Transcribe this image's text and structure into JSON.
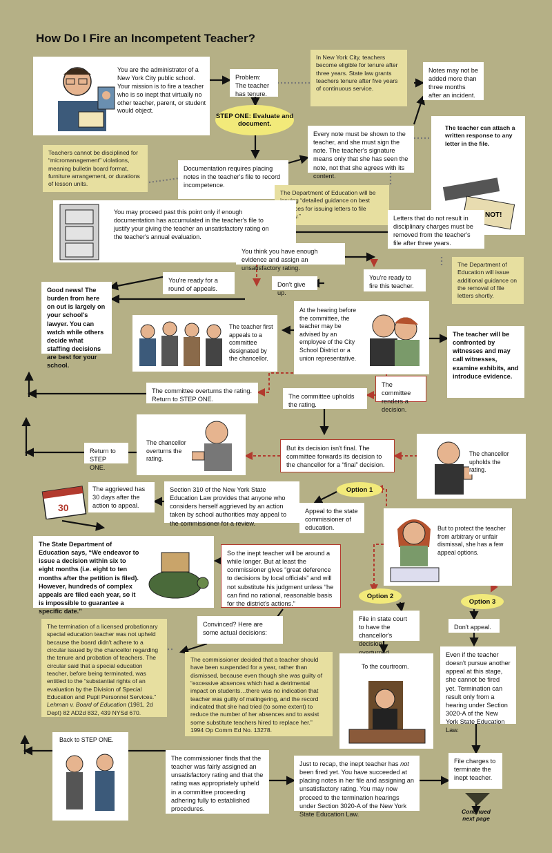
{
  "title": "How Do I Fire an Incompetent Teacher?",
  "nodes": {
    "intro": "You are the administrator of a New York City public school. Your mission is to fire a teacher who is so inept that virtually no other teacher, parent, or student would object.",
    "problem": "Problem: The teacher has tenure.",
    "tenure_note": "In New York City, teachers become eligible for tenure after three years. State law grants teachers tenure after five years of continuous service.",
    "notes_limit": "Notes may not be added more than three months after an incident.",
    "step_one": "STEP ONE: Evaluate and document.",
    "every_note": "Every note must be shown to the teacher, and she must sign the note. The teacher's signature means only that she has seen the note, not that she agrees with its content.",
    "attach": "The teacher can attach a written response to any letter in the file.",
    "micro": "Teachers cannot be disciplined for “micromanagement” violations, meaning bulletin board format, furniture arrangement, or durations of lesson units.",
    "documentation": "Documentation requires placing notes in the teacher's file to record incompetence.",
    "doe_guidance": "The Department of Education will be issuing “detailed guidance on best practices for issuing letters to file shortly.”",
    "proceed": "You may proceed past this point only if enough documentation has accumulated in the teacher's file to justify your giving the teacher an unsatisfactory rating on the teacher's annual evaluation.",
    "letters": "Letters that do not result in disciplinary charges must be removed from the teacher's file after three years.",
    "enough": "You think you have enough evidence and assign an unsatisfactory rating.",
    "doe_removal": "The Department of Education will issue additional guidance on the removal of file letters shortly.",
    "appeals": "You're ready for a round of appeals.",
    "fire": "You're ready to fire this teacher.",
    "dont_give_up": "Don't give up.",
    "good_news": "Good news! The burden from here on out is largely on your school's lawyer. You can watch while others decide what staffing decisions are best for your school.",
    "hearing": "At the hearing before the committee, the teacher may be advised by an employee of the City School District or a union representative.",
    "first_appeal": "The teacher first appeals to a committee designated by the chancellor.",
    "confronted": "The teacher will be confronted by witnesses and may call witnesses, examine exhibits, and introduce evidence.",
    "overturns": "The committee overturns the rating. Return to STEP ONE.",
    "renders": "The committee renders a decision.",
    "upholds": "The committee upholds the rating.",
    "return1": "Return to STEP ONE.",
    "chancellor_overturns": "The chancellor overturns the rating.",
    "not_final": "But its decision isn't final. The committee forwards its decision to the chancellor for a “final” decision.",
    "chancellor_upholds": "The chancellor upholds the rating.",
    "aggrieved": "The aggrieved has 30 days after the action to appeal.",
    "section310": "Section 310 of the New York State Education Law provides that anyone who considers herself aggrieved by an action taken by school authorities may appeal to the commissioner for a review.",
    "option1": "Option 1",
    "appeal_state": "Appeal to the state commissioner of education.",
    "protect": "But to protect the teacher from arbitrary or unfair dismissal, she has a few appeal options.",
    "state_dept": "The State Department of Education says, “We endeavor to issue a decision within six to eight months (i.e. eight to ten months after the petition is filed). However, hundreds of complex appeals are filed each year, so it is impossible to guarantee a specific date.”",
    "while": "So the inept teacher will be around a while longer. But at least the commissioner gives “great deference to decisions by local officials” and will not substitute his judgment unless “he can find no rational, reasonable basis for the district's actions.”",
    "option2": "Option 2",
    "option3": "Option 3",
    "probationary": "The termination of a licensed probationary special education teacher was not upheld because the board didn't adhere to a circular issued by the chancellor regarding the tenure and probation of teachers. The circular said that a special education teacher, before being terminated, was entitled to the “substantial rights of an evaluation by the Division of Special Education and Pupil Personnel Services.”",
    "probationary_cite": "Lehman v. Board of Education",
    "probationary_cite2": "(1981, 2d Dept) 82 AD2d 832, 439 NYSd 670.",
    "convinced": "Convinced? Here are some actual decisions:",
    "state_court": "File in state court to have the chancellor's decision overturned.",
    "dont_appeal": "Don't appeal.",
    "courtroom": "To the courtroom.",
    "even_if": "Even if the teacher doesn't pursue another appeal at this stage, she cannot be fired yet. Termination can result only from a hearing under Section 3020-A of the New York State Education Law.",
    "suspended": "The commissioner decided that a teacher should have been suspended for a year, rather than dismissed, because even though she was guilty of “excessive absences which had a detrimental impact on students…there was no indication that teacher was guilty of malingering, and the record indicated that she had tried (to some extent) to reduce the number of her absences and to assist some substitute teachers hired to replace her.”",
    "suspended_cite": "1994 Op Comm Ed No. 13278.",
    "back_step": "Back to STEP ONE.",
    "fairly": "The commissioner finds that the teacher was fairly assigned an unsatisfactory rating and that the rating was appropriately upheld in a committee proceeding adhering fully to established procedures.",
    "recap_a": "Just to recap, the inept teacher has",
    "recap_not": "not",
    "recap_b": "been fired yet. You have succeeded at placing notes in her file and assigning an unsatisfactory rating. You may now proceed to the termination hearings under Section 3020-A of the New York State Education Law.",
    "file_charges": "File charges to terminate the inept teacher.",
    "continued": "Continued next page"
  },
  "calendar_number": "30",
  "colors": {
    "background": "#b5b086",
    "note": "#e7dfa0",
    "oval": "#f2ea7a",
    "red": "#b23a2e"
  }
}
